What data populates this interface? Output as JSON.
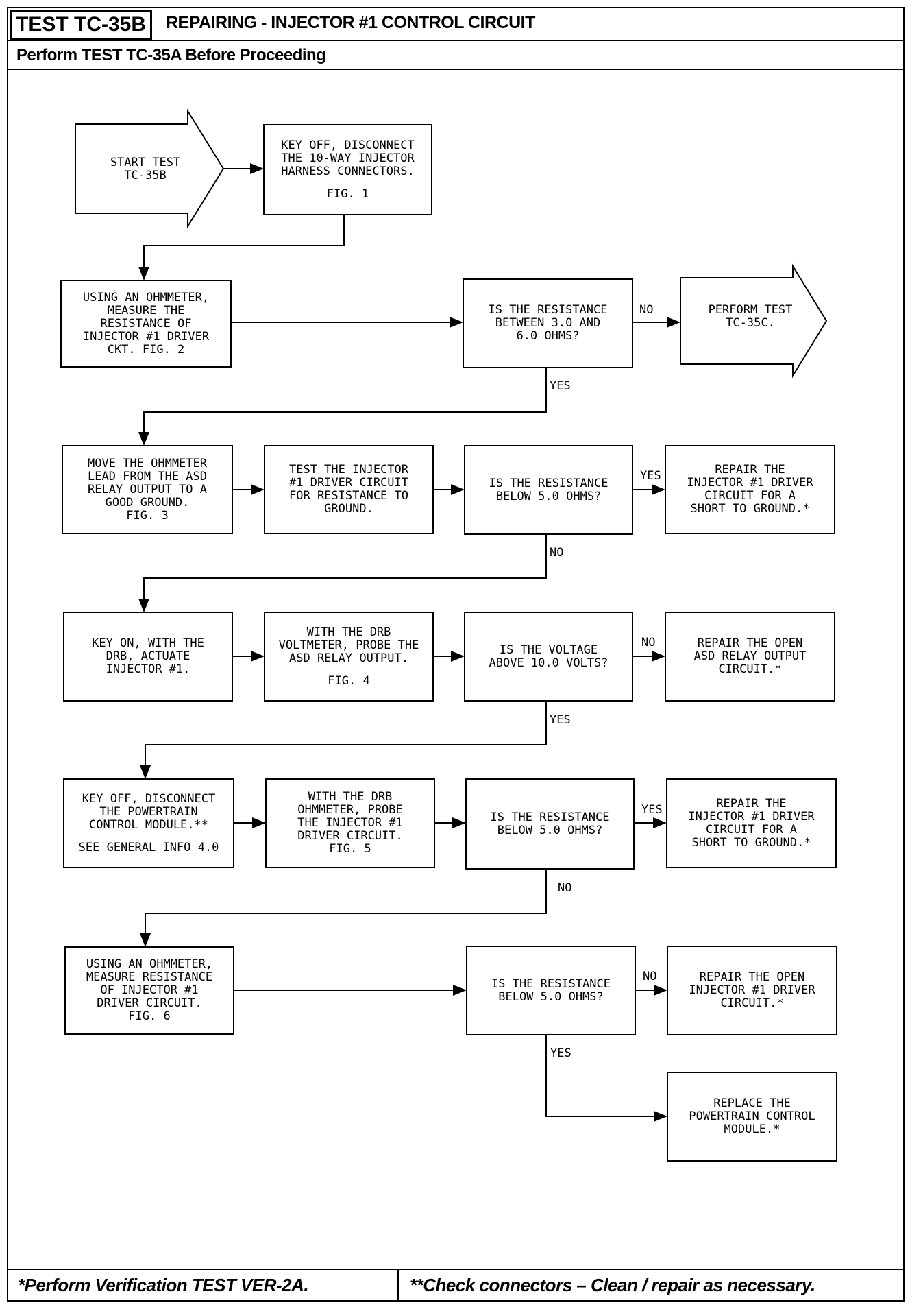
{
  "header": {
    "test_id": "TEST TC-35B",
    "title": "REPAIRING - INJECTOR #1 CONTROL CIRCUIT",
    "subtitle": "Perform TEST TC-35A Before Proceeding"
  },
  "footer": {
    "note_1": "*Perform Verification TEST VER-2A.",
    "note_2": "**Check connectors – Clean / repair as necessary."
  },
  "flow": {
    "start": [
      "START TEST",
      "TC-35B"
    ],
    "step_1": [
      "KEY OFF, DISCONNECT",
      "THE 10-WAY INJECTOR",
      "HARNESS CONNECTORS.",
      "",
      "FIG. 1"
    ],
    "step_2": [
      "USING AN OHMMETER,",
      "MEASURE THE",
      "RESISTANCE OF",
      "INJECTOR #1 DRIVER",
      "CKT. FIG. 2"
    ],
    "decision_1": [
      "IS THE RESISTANCE",
      "BETWEEN 3.0 AND",
      "6.0 OHMS?"
    ],
    "perform_tc35c": [
      "PERFORM TEST",
      "TC-35C."
    ],
    "step_3": [
      "MOVE THE OHMMETER",
      "LEAD FROM THE ASD",
      "RELAY OUTPUT TO A",
      "GOOD GROUND.",
      "FIG. 3"
    ],
    "step_4": [
      "TEST THE INJECTOR",
      "#1 DRIVER CIRCUIT",
      "FOR RESISTANCE TO",
      "GROUND."
    ],
    "decision_2": [
      "IS THE RESISTANCE",
      "BELOW 5.0 OHMS?"
    ],
    "repair_short_1": [
      "REPAIR THE",
      "INJECTOR #1 DRIVER",
      "CIRCUIT FOR A",
      "SHORT TO GROUND.*"
    ],
    "step_5": [
      "KEY ON, WITH THE",
      "DRB, ACTUATE",
      "INJECTOR #1."
    ],
    "step_6": [
      "WITH THE DRB",
      "VOLTMETER, PROBE THE",
      "ASD RELAY OUTPUT.",
      "",
      "FIG. 4"
    ],
    "decision_3": [
      "IS THE VOLTAGE",
      "ABOVE 10.0 VOLTS?"
    ],
    "repair_asd": [
      "REPAIR THE OPEN",
      "ASD RELAY OUTPUT",
      "CIRCUIT.*"
    ],
    "step_7": [
      "KEY OFF, DISCONNECT",
      "THE POWERTRAIN",
      "CONTROL MODULE.**",
      "",
      "SEE GENERAL INFO 4.0"
    ],
    "step_8": [
      "WITH THE DRB",
      "OHMMETER, PROBE",
      "THE INJECTOR #1",
      "DRIVER CIRCUIT.",
      "FIG. 5"
    ],
    "decision_4": [
      "IS THE RESISTANCE",
      "BELOW 5.0 OHMS?"
    ],
    "repair_short_2": [
      "REPAIR THE",
      "INJECTOR #1 DRIVER",
      "CIRCUIT FOR A",
      "SHORT TO GROUND.*"
    ],
    "step_9": [
      "USING AN OHMMETER,",
      "MEASURE RESISTANCE",
      "OF INJECTOR #1",
      "DRIVER CIRCUIT.",
      "FIG. 6"
    ],
    "decision_5": [
      "IS THE RESISTANCE",
      "BELOW 5.0 OHMS?"
    ],
    "repair_open": [
      "REPAIR THE OPEN",
      "INJECTOR #1 DRIVER",
      "CIRCUIT.*"
    ],
    "replace_pcm": [
      "REPLACE THE",
      "POWERTRAIN CONTROL",
      "MODULE.*"
    ]
  },
  "labels": {
    "no": "NO",
    "yes": "YES"
  }
}
